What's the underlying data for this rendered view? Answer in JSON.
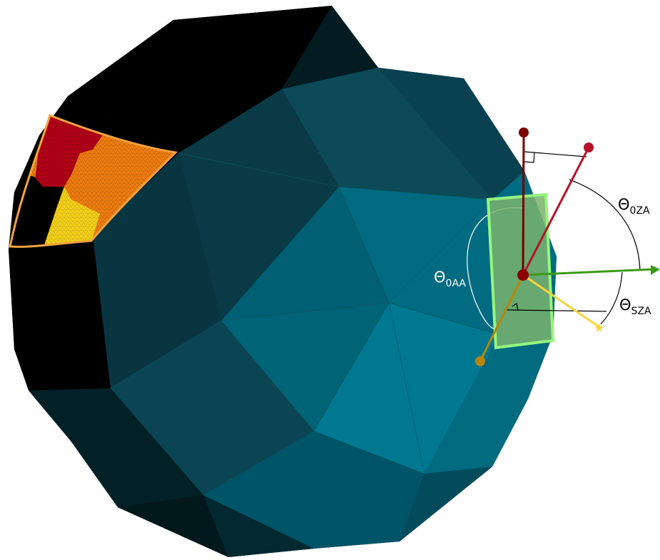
{
  "labels": {
    "oaa": {
      "symbol": "Θ",
      "subscript": "0AA"
    },
    "oza": {
      "symbol": "Θ",
      "subscript": "0ZA"
    },
    "sza": {
      "symbol": "Θ",
      "subscript": "SZA"
    }
  },
  "colors": {
    "sphere_darkest": "#000000",
    "sphere_mid": "#0b3c48",
    "sphere_light": "#007a91",
    "patch_outline": "#f4a340",
    "patch_red": "#b30016",
    "patch_orange": "#f07d10",
    "patch_yellow": "#f7d21a",
    "facet_fill": "#7ab36e",
    "facet_border": "#96f57c",
    "zenith_line": "#7a0000",
    "observer_line": "#b51228",
    "azimuth_line": "#b8860b",
    "sun_line": "#f7d53a",
    "horizontal_line": "#3c9a17"
  }
}
